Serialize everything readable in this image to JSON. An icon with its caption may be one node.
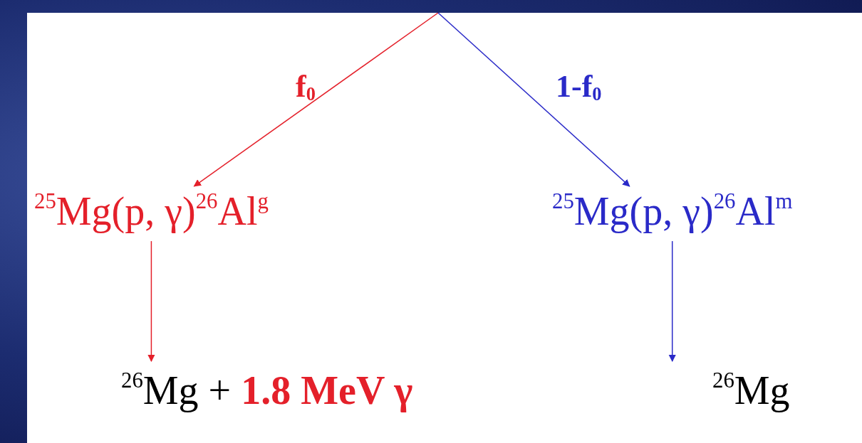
{
  "diagram": {
    "nodes": [
      {
        "text": [
          "$^{25}$Mg(p, γ)$^{26}$Al$^{g}$"
        ]
      },
      {
        "text": [
          "$^{25}$Mg(p, γ)$^{26}$Al$^{m}$"
        ]
      },
      {
        "text": [
          "$^{26}$Mg + **1.8 MeV γ**"
        ]
      },
      {
        "text": [
          "$^{26}$Mg"
        ]
      }
    ],
    "edges": [
      {
        "from": null,
        "to": 0,
        "arrow": "to",
        "label": "f$_{0}$",
        "color": "#e4202a"
      },
      {
        "from": null,
        "to": 1,
        "arrow": "to",
        "label": "1-f$_{0}$",
        "color": "#2a2ac8"
      },
      {
        "from": 0,
        "to": 2,
        "arrow": "to",
        "color": "#e4202a"
      },
      {
        "from": 1,
        "to": 3,
        "arrow": "to",
        "color": "#2a2ac8"
      }
    ]
  }
}
